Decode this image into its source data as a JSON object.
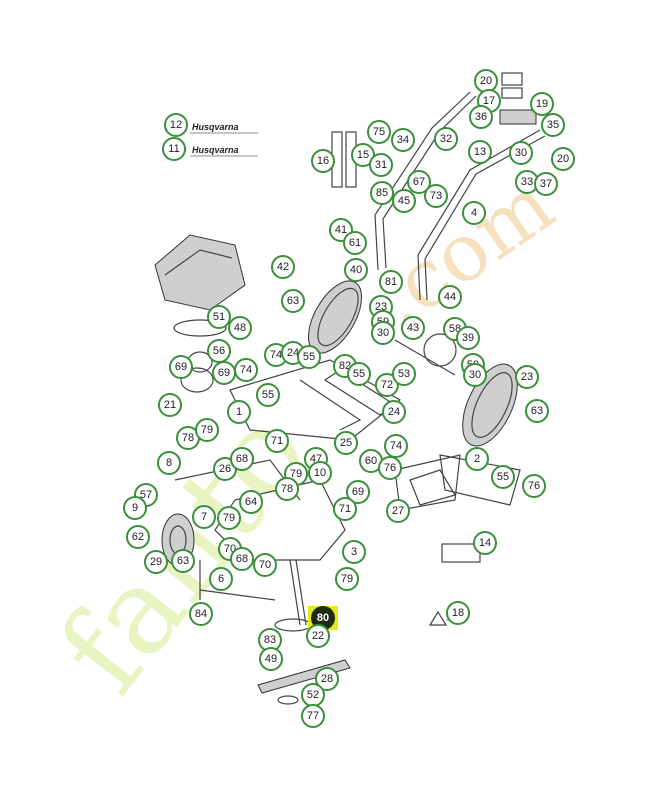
{
  "watermark": {
    "text": "fanto",
    "tail": ".com",
    "color": "#cde88a"
  },
  "brand_labels": [
    "Husqvarna",
    "Husqvarna"
  ],
  "highlight_color": "#e3ea1b",
  "accent_color": "#3a8f3a",
  "callouts": [
    {
      "id": "12",
      "label": "12"
    },
    {
      "id": "11",
      "label": "11"
    },
    {
      "id": "20a",
      "label": "20"
    },
    {
      "id": "17",
      "label": "17"
    },
    {
      "id": "36",
      "label": "36"
    },
    {
      "id": "19",
      "label": "19"
    },
    {
      "id": "35",
      "label": "35"
    },
    {
      "id": "75",
      "label": "75"
    },
    {
      "id": "34",
      "label": "34"
    },
    {
      "id": "32",
      "label": "32"
    },
    {
      "id": "16",
      "label": "16"
    },
    {
      "id": "15",
      "label": "15"
    },
    {
      "id": "31",
      "label": "31"
    },
    {
      "id": "13",
      "label": "13"
    },
    {
      "id": "30a",
      "label": "30"
    },
    {
      "id": "20b",
      "label": "20"
    },
    {
      "id": "33",
      "label": "33"
    },
    {
      "id": "37",
      "label": "37"
    },
    {
      "id": "85",
      "label": "85"
    },
    {
      "id": "67",
      "label": "67"
    },
    {
      "id": "45",
      "label": "45"
    },
    {
      "id": "73",
      "label": "73"
    },
    {
      "id": "4",
      "label": "4"
    },
    {
      "id": "41",
      "label": "41"
    },
    {
      "id": "61",
      "label": "61"
    },
    {
      "id": "42",
      "label": "42"
    },
    {
      "id": "40",
      "label": "40"
    },
    {
      "id": "81",
      "label": "81"
    },
    {
      "id": "44",
      "label": "44"
    },
    {
      "id": "63a",
      "label": "63"
    },
    {
      "id": "23a",
      "label": "23"
    },
    {
      "id": "59a",
      "label": "59"
    },
    {
      "id": "30b",
      "label": "30"
    },
    {
      "id": "43",
      "label": "43"
    },
    {
      "id": "58",
      "label": "58"
    },
    {
      "id": "39",
      "label": "39"
    },
    {
      "id": "51",
      "label": "51"
    },
    {
      "id": "48",
      "label": "48"
    },
    {
      "id": "56",
      "label": "56"
    },
    {
      "id": "74a",
      "label": "74"
    },
    {
      "id": "24a",
      "label": "24"
    },
    {
      "id": "55a",
      "label": "55"
    },
    {
      "id": "69a",
      "label": "69"
    },
    {
      "id": "69b",
      "label": "69"
    },
    {
      "id": "74b",
      "label": "74"
    },
    {
      "id": "82",
      "label": "82"
    },
    {
      "id": "55b",
      "label": "55"
    },
    {
      "id": "72",
      "label": "72"
    },
    {
      "id": "53",
      "label": "53"
    },
    {
      "id": "59b",
      "label": "59"
    },
    {
      "id": "30c",
      "label": "30"
    },
    {
      "id": "23b",
      "label": "23"
    },
    {
      "id": "63b",
      "label": "63"
    },
    {
      "id": "21",
      "label": "21"
    },
    {
      "id": "1",
      "label": "1"
    },
    {
      "id": "55c",
      "label": "55"
    },
    {
      "id": "24b",
      "label": "24"
    },
    {
      "id": "78a",
      "label": "78"
    },
    {
      "id": "79a",
      "label": "79"
    },
    {
      "id": "71a",
      "label": "71"
    },
    {
      "id": "25",
      "label": "25"
    },
    {
      "id": "74c",
      "label": "74"
    },
    {
      "id": "8",
      "label": "8"
    },
    {
      "id": "26",
      "label": "26"
    },
    {
      "id": "68a",
      "label": "68"
    },
    {
      "id": "47",
      "label": "47"
    },
    {
      "id": "10",
      "label": "10"
    },
    {
      "id": "60",
      "label": "60"
    },
    {
      "id": "76a",
      "label": "76"
    },
    {
      "id": "2",
      "label": "2"
    },
    {
      "id": "55d",
      "label": "55"
    },
    {
      "id": "76b",
      "label": "76"
    },
    {
      "id": "79b",
      "label": "79"
    },
    {
      "id": "78b",
      "label": "78"
    },
    {
      "id": "69c",
      "label": "69"
    },
    {
      "id": "57",
      "label": "57"
    },
    {
      "id": "9",
      "label": "9"
    },
    {
      "id": "64",
      "label": "64"
    },
    {
      "id": "71b",
      "label": "71"
    },
    {
      "id": "27",
      "label": "27"
    },
    {
      "id": "7",
      "label": "7"
    },
    {
      "id": "79c",
      "label": "79"
    },
    {
      "id": "62",
      "label": "62"
    },
    {
      "id": "70a",
      "label": "70"
    },
    {
      "id": "68b",
      "label": "68"
    },
    {
      "id": "70b",
      "label": "70"
    },
    {
      "id": "3",
      "label": "3"
    },
    {
      "id": "14",
      "label": "14"
    },
    {
      "id": "29",
      "label": "29"
    },
    {
      "id": "63c",
      "label": "63"
    },
    {
      "id": "6",
      "label": "6"
    },
    {
      "id": "79d",
      "label": "79"
    },
    {
      "id": "84",
      "label": "84"
    },
    {
      "id": "80",
      "label": "80",
      "highlight": true
    },
    {
      "id": "18",
      "label": "18"
    },
    {
      "id": "83",
      "label": "83"
    },
    {
      "id": "22",
      "label": "22"
    },
    {
      "id": "49",
      "label": "49"
    },
    {
      "id": "28",
      "label": "28"
    },
    {
      "id": "52",
      "label": "52"
    },
    {
      "id": "77",
      "label": "77"
    }
  ]
}
